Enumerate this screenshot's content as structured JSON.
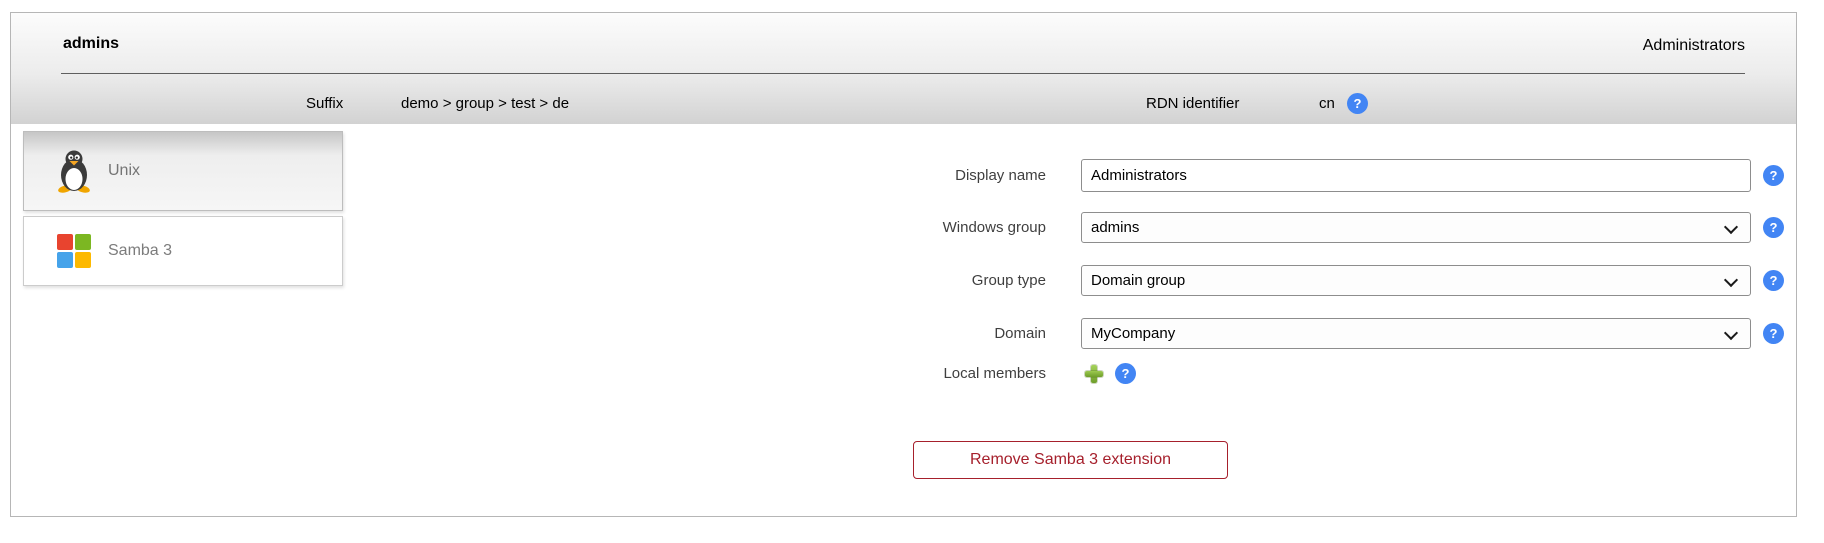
{
  "window": {
    "title": "admins",
    "subtitle_right": "Administrators"
  },
  "header": {
    "suffix": {
      "label": "Suffix",
      "value": "demo > group > test > de"
    },
    "rdn": {
      "label": "RDN identifier",
      "value": "cn"
    }
  },
  "sidebar": {
    "items": [
      {
        "label": "Unix",
        "icon": "tux-icon",
        "active": true
      },
      {
        "label": "Samba 3",
        "icon": "windows-icon",
        "active": false
      }
    ]
  },
  "form": {
    "fields": [
      {
        "label": "Display name",
        "type": "text",
        "value": "Administrators"
      },
      {
        "label": "Windows group",
        "type": "select",
        "value": "admins"
      },
      {
        "label": "Group type",
        "type": "select",
        "value": "Domain group"
      },
      {
        "label": "Domain",
        "type": "select",
        "value": "MyCompany"
      },
      {
        "label": "Local members",
        "type": "actions",
        "actions": [
          "add",
          "help"
        ]
      }
    ],
    "buttons": {
      "remove_extension": "Remove Samba 3 extension"
    }
  },
  "icons": {
    "help_glyph": "?"
  },
  "colors": {
    "help_blue": "#4285f4",
    "add_green": "#77a736",
    "button_red": "#a6202c",
    "windows_logo": [
      "#e8442f",
      "#7cb722",
      "#45a3ea",
      "#fdb900"
    ]
  }
}
